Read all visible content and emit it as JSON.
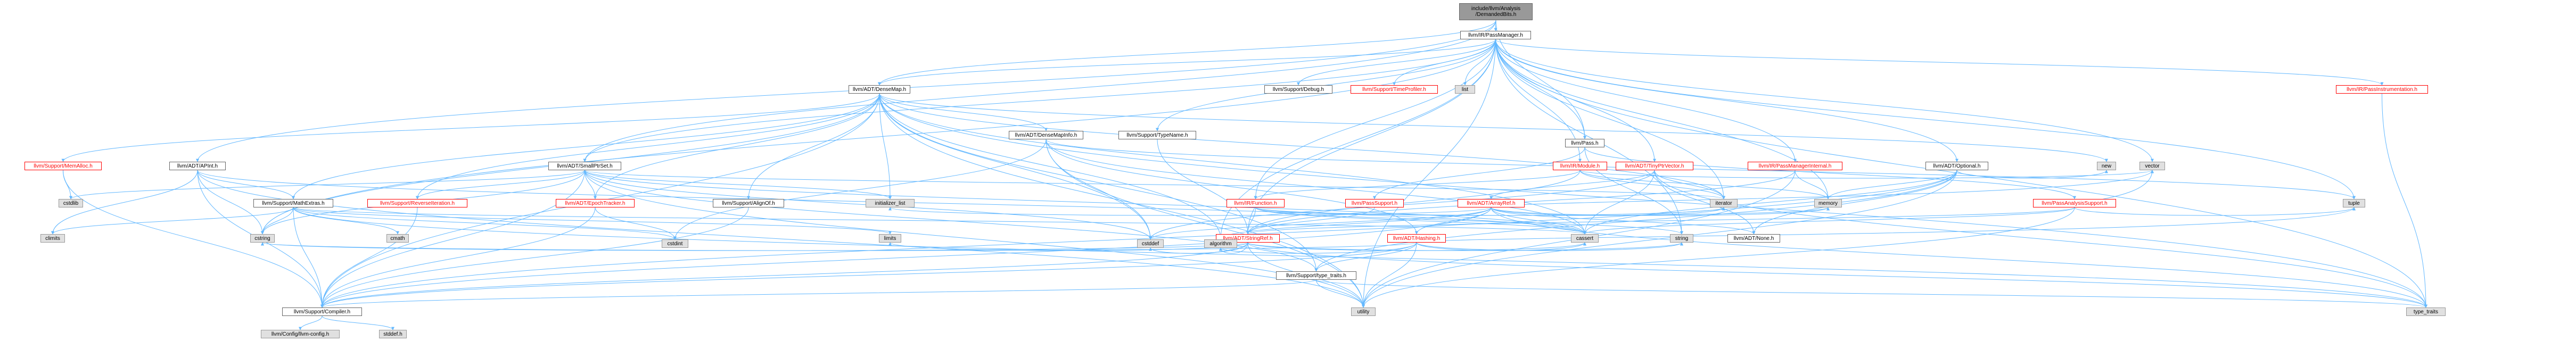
{
  "colors": {
    "edge": "#63b8ff",
    "root_fill": "#999999",
    "header_border": "#666666",
    "incomplete_border": "#ff0000",
    "system_fill": "#e0e0e0"
  },
  "nodes": [
    {
      "id": "root",
      "label": "include/llvm/Analysis\n/DemandedBits.h",
      "kind": "root"
    },
    {
      "id": "passmanager",
      "label": "llvm/IR/PassManager.h",
      "kind": "header"
    },
    {
      "id": "apint",
      "label": "llvm/ADT/APInt.h",
      "kind": "header"
    },
    {
      "id": "densemap",
      "label": "llvm/ADT/DenseMap.h",
      "kind": "header"
    },
    {
      "id": "smallptrset",
      "label": "llvm/ADT/SmallPtrSet.h",
      "kind": "header"
    },
    {
      "id": "pass",
      "label": "llvm/Pass.h",
      "kind": "header"
    },
    {
      "id": "memalloc",
      "label": "llvm/Support/MemAlloc.h",
      "kind": "red"
    },
    {
      "id": "mathextras",
      "label": "llvm/Support/MathExtras.h",
      "kind": "header"
    },
    {
      "id": "reverseiteration",
      "label": "llvm/Support/ReverseIteration.h",
      "kind": "red"
    },
    {
      "id": "epochtracker",
      "label": "llvm/ADT/EpochTracker.h",
      "kind": "red"
    },
    {
      "id": "densemapinfo",
      "label": "llvm/ADT/DenseMapInfo.h",
      "kind": "header"
    },
    {
      "id": "alignof",
      "label": "llvm/Support/AlignOf.h",
      "kind": "header"
    },
    {
      "id": "typename",
      "label": "llvm/Support/TypeName.h",
      "kind": "header"
    },
    {
      "id": "debug",
      "label": "llvm/Support/Debug.h",
      "kind": "header"
    },
    {
      "id": "timeprofiler",
      "label": "llvm/Support/TimeProfiler.h",
      "kind": "red"
    },
    {
      "id": "list",
      "label": "list",
      "kind": "sys"
    },
    {
      "id": "irmodule",
      "label": "llvm/IR/Module.h",
      "kind": "red"
    },
    {
      "id": "tinyptrvector",
      "label": "llvm/ADT/TinyPtrVector.h",
      "kind": "red"
    },
    {
      "id": "irfunction",
      "label": "llvm/IR/Function.h",
      "kind": "red"
    },
    {
      "id": "passanalysissupport",
      "label": "llvm/PassAnalysisSupport.h",
      "kind": "red"
    },
    {
      "id": "passinstrumentation",
      "label": "llvm/IR/PassInstrumentation.h",
      "kind": "red"
    },
    {
      "id": "passsupport",
      "label": "llvm/PassSupport.h",
      "kind": "red"
    },
    {
      "id": "arrayref",
      "label": "llvm/ADT/ArrayRef.h",
      "kind": "red"
    },
    {
      "id": "passmanagerinternal",
      "label": "llvm/IR/PassManagerInternal.h",
      "kind": "red"
    },
    {
      "id": "optional",
      "label": "llvm/ADT/Optional.h",
      "kind": "header"
    },
    {
      "id": "stringref",
      "label": "llvm/ADT/StringRef.h",
      "kind": "red"
    },
    {
      "id": "hashing",
      "label": "llvm/ADT/Hashing.h",
      "kind": "red"
    },
    {
      "id": "none",
      "label": "llvm/ADT/None.h",
      "kind": "header"
    },
    {
      "id": "typetraits",
      "label": "llvm/Support/type_traits.h",
      "kind": "header"
    },
    {
      "id": "compiler",
      "label": "llvm/Support/Compiler.h",
      "kind": "header"
    },
    {
      "id": "llvmconfig",
      "label": "llvm/Config/llvm-config.h",
      "kind": "sys"
    },
    {
      "id": "stddef",
      "label": "stddef.h",
      "kind": "sys"
    },
    {
      "id": "cstdlib",
      "label": "cstdlib",
      "kind": "sys"
    },
    {
      "id": "climits",
      "label": "climits",
      "kind": "sys"
    },
    {
      "id": "cstring",
      "label": "cstring",
      "kind": "sys"
    },
    {
      "id": "cmath",
      "label": "cmath",
      "kind": "sys"
    },
    {
      "id": "initializer_list",
      "label": "initializer_list",
      "kind": "sys"
    },
    {
      "id": "cstdint",
      "label": "cstdint",
      "kind": "sys"
    },
    {
      "id": "limits",
      "label": "limits",
      "kind": "sys"
    },
    {
      "id": "cstddef",
      "label": "cstddef",
      "kind": "sys"
    },
    {
      "id": "algorithm",
      "label": "algorithm",
      "kind": "sys"
    },
    {
      "id": "iterator",
      "label": "iterator",
      "kind": "sys"
    },
    {
      "id": "cassert",
      "label": "cassert",
      "kind": "sys"
    },
    {
      "id": "string",
      "label": "string",
      "kind": "sys"
    },
    {
      "id": "memory",
      "label": "memory",
      "kind": "sys"
    },
    {
      "id": "utility",
      "label": "utility",
      "kind": "sys"
    },
    {
      "id": "type_traits",
      "label": "type_traits",
      "kind": "sys"
    },
    {
      "id": "new",
      "label": "new",
      "kind": "sys"
    },
    {
      "id": "vector",
      "label": "vector",
      "kind": "sys"
    },
    {
      "id": "tuple",
      "label": "tuple",
      "kind": "sys"
    }
  ],
  "edges": [
    [
      "root",
      "passmanager"
    ],
    [
      "root",
      "apint"
    ],
    [
      "root",
      "densemap"
    ],
    [
      "root",
      "smallptrset"
    ],
    [
      "root",
      "pass"
    ],
    [
      "passmanager",
      "densemap"
    ],
    [
      "passmanager",
      "smallptrset"
    ],
    [
      "passmanager",
      "tinyptrvector"
    ],
    [
      "passmanager",
      "irfunction"
    ],
    [
      "passmanager",
      "irmodule"
    ],
    [
      "passmanager",
      "passinstrumentation"
    ],
    [
      "passmanager",
      "passmanagerinternal"
    ],
    [
      "passmanager",
      "debug"
    ],
    [
      "passmanager",
      "typename"
    ],
    [
      "passmanager",
      "timeprofiler"
    ],
    [
      "passmanager",
      "list"
    ],
    [
      "passmanager",
      "memory"
    ],
    [
      "passmanager",
      "string"
    ],
    [
      "passmanager",
      "utility"
    ],
    [
      "passmanager",
      "vector"
    ],
    [
      "passmanager",
      "type_traits"
    ],
    [
      "passmanager",
      "tuple"
    ],
    [
      "passmanager",
      "optional"
    ],
    [
      "passmanager",
      "stringref"
    ],
    [
      "passmanager",
      "pass"
    ],
    [
      "passmanager",
      "algorithm"
    ],
    [
      "passmanager",
      "cstring"
    ],
    [
      "passmanager",
      "iterator"
    ],
    [
      "apint",
      "compiler"
    ],
    [
      "apint",
      "mathextras"
    ],
    [
      "apint",
      "cassert"
    ],
    [
      "apint",
      "climits"
    ],
    [
      "apint",
      "cstring"
    ],
    [
      "apint",
      "utility"
    ],
    [
      "densemap",
      "densemapinfo"
    ],
    [
      "densemap",
      "epochtracker"
    ],
    [
      "densemap",
      "alignof"
    ],
    [
      "densemap",
      "compiler"
    ],
    [
      "densemap",
      "mathextras"
    ],
    [
      "densemap",
      "memalloc"
    ],
    [
      "densemap",
      "reverseiteration"
    ],
    [
      "densemap",
      "typetraits"
    ],
    [
      "densemap",
      "algorithm"
    ],
    [
      "densemap",
      "cassert"
    ],
    [
      "densemap",
      "cstddef"
    ],
    [
      "densemap",
      "cstring"
    ],
    [
      "densemap",
      "initializer_list"
    ],
    [
      "densemap",
      "iterator"
    ],
    [
      "densemap",
      "new"
    ],
    [
      "densemap",
      "type_traits"
    ],
    [
      "densemap",
      "utility"
    ],
    [
      "smallptrset",
      "epochtracker"
    ],
    [
      "smallptrset",
      "compiler"
    ],
    [
      "smallptrset",
      "reverseiteration"
    ],
    [
      "smallptrset",
      "typetraits"
    ],
    [
      "smallptrset",
      "cassert"
    ],
    [
      "smallptrset",
      "cstddef"
    ],
    [
      "smallptrset",
      "cstdlib"
    ],
    [
      "smallptrset",
      "cstring"
    ],
    [
      "smallptrset",
      "initializer_list"
    ],
    [
      "smallptrset",
      "iterator"
    ],
    [
      "smallptrset",
      "utility"
    ],
    [
      "pass",
      "passanalysissupport"
    ],
    [
      "pass",
      "passsupport"
    ],
    [
      "pass",
      "string"
    ],
    [
      "memalloc",
      "compiler"
    ],
    [
      "memalloc",
      "cstdlib"
    ],
    [
      "mathextras",
      "compiler"
    ],
    [
      "mathextras",
      "cassert"
    ],
    [
      "mathextras",
      "climits"
    ],
    [
      "mathextras",
      "cmath"
    ],
    [
      "mathextras",
      "cstdint"
    ],
    [
      "mathextras",
      "cstring"
    ],
    [
      "mathextras",
      "limits"
    ],
    [
      "mathextras",
      "type_traits"
    ],
    [
      "reverseiteration",
      "compiler"
    ],
    [
      "epochtracker",
      "compiler"
    ],
    [
      "epochtracker",
      "cstdint"
    ],
    [
      "densemapinfo",
      "hashing"
    ],
    [
      "densemapinfo",
      "cassert"
    ],
    [
      "densemapinfo",
      "cstddef"
    ],
    [
      "densemapinfo",
      "cstdint"
    ],
    [
      "densemapinfo",
      "tuple"
    ],
    [
      "densemapinfo",
      "utility"
    ],
    [
      "alignof",
      "compiler"
    ],
    [
      "typename",
      "stringref"
    ],
    [
      "typetraits",
      "compiler"
    ],
    [
      "typetraits",
      "type_traits"
    ],
    [
      "typetraits",
      "utility"
    ],
    [
      "compiler",
      "llvmconfig"
    ],
    [
      "compiler",
      "stddef"
    ],
    [
      "irfunction",
      "stringref"
    ],
    [
      "irfunction",
      "iterator"
    ],
    [
      "irfunction",
      "cassert"
    ],
    [
      "irfunction",
      "memory"
    ],
    [
      "irfunction",
      "string"
    ],
    [
      "irmodule",
      "irfunction"
    ],
    [
      "irmodule",
      "stringref"
    ],
    [
      "irmodule",
      "iterator"
    ],
    [
      "irmodule",
      "memory"
    ],
    [
      "irmodule",
      "vector"
    ],
    [
      "tinyptrvector",
      "arrayref"
    ],
    [
      "tinyptrvector",
      "none"
    ],
    [
      "tinyptrvector",
      "cassert"
    ],
    [
      "tinyptrvector",
      "cstddef"
    ],
    [
      "tinyptrvector",
      "iterator"
    ],
    [
      "tinyptrvector",
      "type_traits"
    ],
    [
      "passanalysissupport",
      "stringref"
    ],
    [
      "passanalysissupport",
      "cassert"
    ],
    [
      "passanalysissupport",
      "tuple"
    ],
    [
      "passanalysissupport",
      "utility"
    ],
    [
      "passanalysissupport",
      "vector"
    ],
    [
      "passinstrumentation",
      "type_traits"
    ],
    [
      "passsupport",
      "stringref"
    ],
    [
      "arrayref",
      "hashing"
    ],
    [
      "arrayref",
      "none"
    ],
    [
      "arrayref",
      "compiler"
    ],
    [
      "arrayref",
      "algorithm"
    ],
    [
      "arrayref",
      "cassert"
    ],
    [
      "arrayref",
      "cstddef"
    ],
    [
      "arrayref",
      "initializer_list"
    ],
    [
      "arrayref",
      "iterator"
    ],
    [
      "arrayref",
      "memory"
    ],
    [
      "arrayref",
      "type_traits"
    ],
    [
      "arrayref",
      "vector"
    ],
    [
      "passmanagerinternal",
      "stringref"
    ],
    [
      "passmanagerinternal",
      "memory"
    ],
    [
      "passmanagerinternal",
      "utility"
    ],
    [
      "optional",
      "none"
    ],
    [
      "optional",
      "compiler"
    ],
    [
      "optional",
      "typetraits"
    ],
    [
      "optional",
      "cassert"
    ],
    [
      "optional",
      "memory"
    ],
    [
      "optional",
      "new"
    ],
    [
      "optional",
      "utility"
    ],
    [
      "stringref",
      "compiler"
    ],
    [
      "stringref",
      "algorithm"
    ],
    [
      "stringref",
      "cassert"
    ],
    [
      "stringref",
      "cstddef"
    ],
    [
      "stringref",
      "cstring"
    ],
    [
      "stringref",
      "limits"
    ],
    [
      "stringref",
      "string"
    ],
    [
      "stringref",
      "type_traits"
    ],
    [
      "stringref",
      "utility"
    ],
    [
      "hashing",
      "compiler"
    ],
    [
      "hashing",
      "typetraits"
    ],
    [
      "hashing",
      "algorithm"
    ],
    [
      "hashing",
      "cassert"
    ],
    [
      "hashing",
      "cstring"
    ],
    [
      "hashing",
      "string"
    ],
    [
      "hashing",
      "tuple"
    ],
    [
      "hashing",
      "utility"
    ]
  ]
}
